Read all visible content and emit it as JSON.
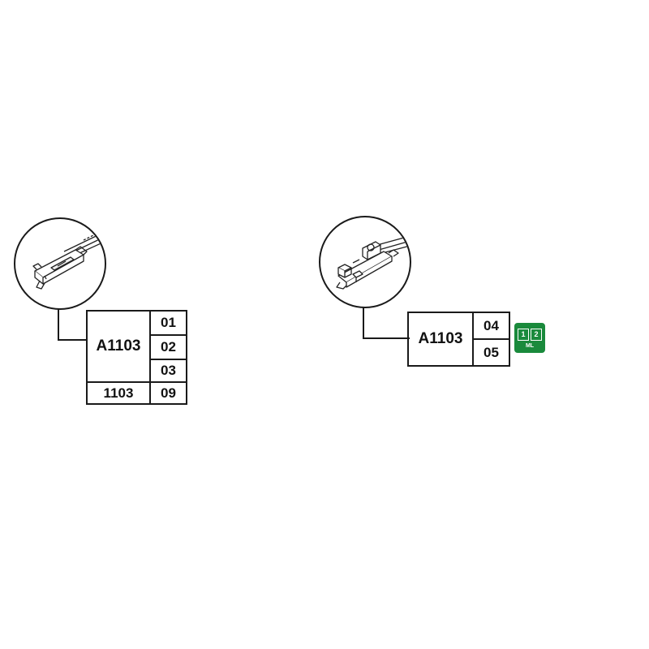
{
  "assemblies": [
    {
      "main_code": "A1103",
      "sub_codes": [
        "01",
        "02",
        "03"
      ],
      "bottom_code": "1103",
      "bottom_sub_code": "09"
    },
    {
      "main_code": "A1103",
      "sub_codes": [
        "04",
        "05"
      ],
      "badge": {
        "boxes": [
          "1",
          "2"
        ],
        "label": "ML",
        "color": "#1a8a3c"
      }
    }
  ]
}
